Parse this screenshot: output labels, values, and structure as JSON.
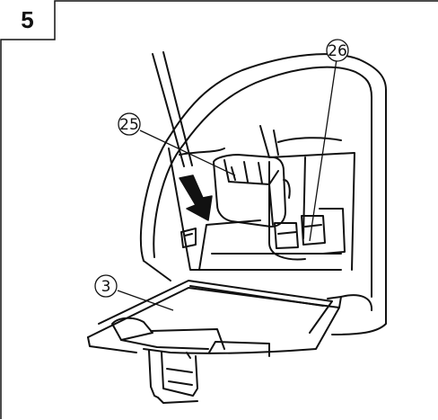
{
  "step": {
    "number": "5"
  },
  "callouts": [
    {
      "id": "battery",
      "label": "25"
    },
    {
      "id": "terminal",
      "label": "26"
    },
    {
      "id": "cover",
      "label": "3"
    }
  ]
}
